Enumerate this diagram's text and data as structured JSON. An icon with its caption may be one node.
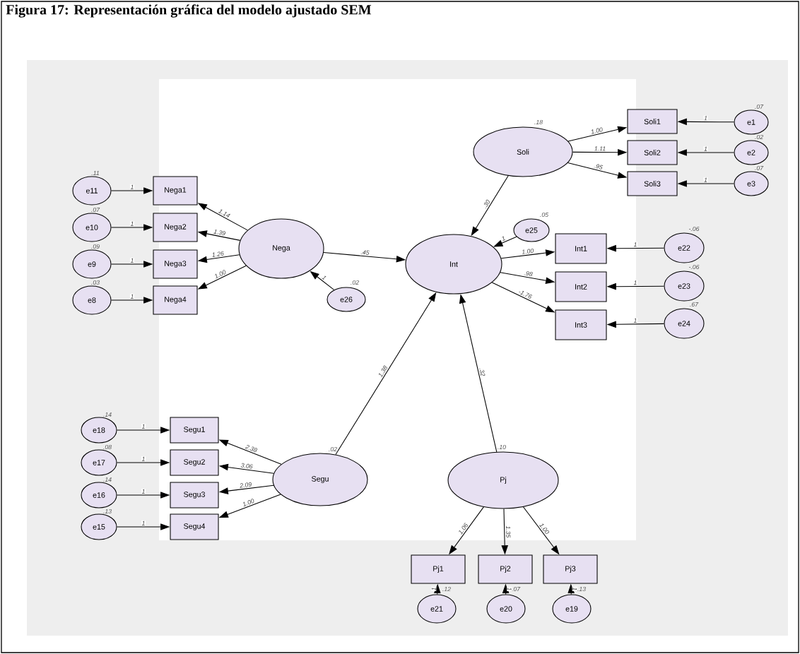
{
  "diagram": {
    "title": "Figura 17: Representación gráfica del modelo ajustado SEM",
    "nodes": [
      {
        "text": [
          "Soli"
        ],
        "beside": [
          ".18"
        ]
      },
      {
        "text": [
          "Soli1"
        ]
      },
      {
        "text": [
          "Soli2"
        ]
      },
      {
        "text": [
          "Soli3"
        ]
      },
      {
        "text": [
          "e1"
        ],
        "beside": [
          ".07"
        ]
      },
      {
        "text": [
          "e2"
        ],
        "beside": [
          ".02"
        ]
      },
      {
        "text": [
          "e3"
        ],
        "beside": [
          ".07"
        ]
      },
      {
        "text": [
          "e11"
        ],
        "beside": [
          ".11"
        ]
      },
      {
        "text": [
          "Nega1"
        ]
      },
      {
        "text": [
          "e10"
        ],
        "beside": [
          ".07"
        ]
      },
      {
        "text": [
          "Nega2"
        ]
      },
      {
        "text": [
          "e9"
        ],
        "beside": [
          ".09"
        ]
      },
      {
        "text": [
          "Nega3"
        ]
      },
      {
        "text": [
          "e8"
        ],
        "beside": [
          ".03"
        ]
      },
      {
        "text": [
          "Nega4"
        ]
      },
      {
        "text": [
          "Nega"
        ]
      },
      {
        "text": [
          "e26"
        ],
        "beside": [
          ".02"
        ]
      },
      {
        "text": [
          "e25"
        ],
        "beside": [
          ".05"
        ]
      },
      {
        "text": [
          "Int"
        ]
      },
      {
        "text": [
          "Int1"
        ]
      },
      {
        "text": [
          "Int2"
        ]
      },
      {
        "text": [
          "Int3"
        ]
      },
      {
        "text": [
          "e22"
        ],
        "beside": [
          "-.06"
        ]
      },
      {
        "text": [
          "e23"
        ],
        "beside": [
          "-.06"
        ]
      },
      {
        "text": [
          "e24"
        ],
        "beside": [
          ".67"
        ]
      },
      {
        "text": [
          "e18"
        ],
        "beside": [
          ".14"
        ]
      },
      {
        "text": [
          "Segu1"
        ]
      },
      {
        "text": [
          "e17"
        ],
        "beside": [
          ".08"
        ]
      },
      {
        "text": [
          "Segu2"
        ]
      },
      {
        "text": [
          "e16"
        ],
        "beside": [
          ".14"
        ]
      },
      {
        "text": [
          "Segu3"
        ]
      },
      {
        "text": [
          "e15"
        ],
        "beside": [
          ".13"
        ]
      },
      {
        "text": [
          "Segu4"
        ]
      },
      {
        "text": [
          "Segu"
        ],
        "beside": [
          ".02"
        ]
      },
      {
        "text": [
          "Pj"
        ],
        "beside": [
          ".10"
        ]
      },
      {
        "text": [
          "Pj1"
        ]
      },
      {
        "text": [
          "Pj2"
        ]
      },
      {
        "text": [
          "Pj3"
        ]
      },
      {
        "text": [
          "e21"
        ],
        "beside": [
          ".12"
        ]
      },
      {
        "text": [
          "e20"
        ],
        "beside": [
          ".07"
        ]
      },
      {
        "text": [
          "e19"
        ],
        "beside": [
          ".13"
        ]
      }
    ],
    "edges": [
      {
        "from": 0,
        "to": 1,
        "arrow": "to",
        "label": "1.00"
      },
      {
        "from": 0,
        "to": 2,
        "arrow": "to",
        "label": "1.11"
      },
      {
        "from": 0,
        "to": 3,
        "arrow": "to",
        "label": ".95"
      },
      {
        "from": 4,
        "to": 1,
        "arrow": "to",
        "label": "1"
      },
      {
        "from": 5,
        "to": 2,
        "arrow": "to",
        "label": "1"
      },
      {
        "from": 6,
        "to": 3,
        "arrow": "to",
        "label": "1"
      },
      {
        "from": 7,
        "to": 8,
        "arrow": "to",
        "label": "1"
      },
      {
        "from": 9,
        "to": 10,
        "arrow": "to",
        "label": "1"
      },
      {
        "from": 11,
        "to": 12,
        "arrow": "to",
        "label": "1"
      },
      {
        "from": 13,
        "to": 14,
        "arrow": "to",
        "label": "1"
      },
      {
        "from": 15,
        "to": 8,
        "arrow": "to",
        "label": "1.14"
      },
      {
        "from": 15,
        "to": 10,
        "arrow": "to",
        "label": "1.39"
      },
      {
        "from": 15,
        "to": 12,
        "arrow": "to",
        "label": "1.26"
      },
      {
        "from": 15,
        "to": 14,
        "arrow": "to",
        "label": "1.00"
      },
      {
        "from": 16,
        "to": 15,
        "arrow": "to",
        "label": "1"
      },
      {
        "from": 15,
        "to": 18,
        "arrow": "to",
        "label": ".45"
      },
      {
        "from": 0,
        "to": 18,
        "arrow": "to",
        "label": ".30"
      },
      {
        "from": 17,
        "to": 18,
        "arrow": "to",
        "label": "1"
      },
      {
        "from": 18,
        "to": 19,
        "arrow": "to",
        "label": "1.00"
      },
      {
        "from": 18,
        "to": 20,
        "arrow": "to",
        "label": ".98"
      },
      {
        "from": 18,
        "to": 21,
        "arrow": "to",
        "label": "-1.76"
      },
      {
        "from": 22,
        "to": 19,
        "arrow": "to",
        "label": "1"
      },
      {
        "from": 23,
        "to": 20,
        "arrow": "to",
        "label": "1"
      },
      {
        "from": 24,
        "to": 21,
        "arrow": "to",
        "label": "1"
      },
      {
        "from": 25,
        "to": 26,
        "arrow": "to",
        "label": "1"
      },
      {
        "from": 27,
        "to": 28,
        "arrow": "to",
        "label": "1"
      },
      {
        "from": 29,
        "to": 30,
        "arrow": "to",
        "label": "1"
      },
      {
        "from": 31,
        "to": 32,
        "arrow": "to",
        "label": "1"
      },
      {
        "from": 33,
        "to": 26,
        "arrow": "to",
        "label": "2.38"
      },
      {
        "from": 33,
        "to": 28,
        "arrow": "to",
        "label": "3.06"
      },
      {
        "from": 33,
        "to": 30,
        "arrow": "to",
        "label": "2.09"
      },
      {
        "from": 33,
        "to": 32,
        "arrow": "to",
        "label": "1.00"
      },
      {
        "from": 33,
        "to": 18,
        "arrow": "to",
        "label": "1.38"
      },
      {
        "from": 34,
        "to": 18,
        "arrow": "to",
        "label": ".32"
      },
      {
        "from": 34,
        "to": 35,
        "arrow": "to",
        "label": "1.06"
      },
      {
        "from": 34,
        "to": 36,
        "arrow": "to",
        "label": "1.35"
      },
      {
        "from": 34,
        "to": 37,
        "arrow": "to",
        "label": "1.00"
      },
      {
        "from": 38,
        "to": 35,
        "arrow": "to",
        "label": "1"
      },
      {
        "from": 39,
        "to": 36,
        "arrow": "to",
        "label": "1"
      },
      {
        "from": 40,
        "to": 37,
        "arrow": "to",
        "label": "1"
      }
    ]
  }
}
